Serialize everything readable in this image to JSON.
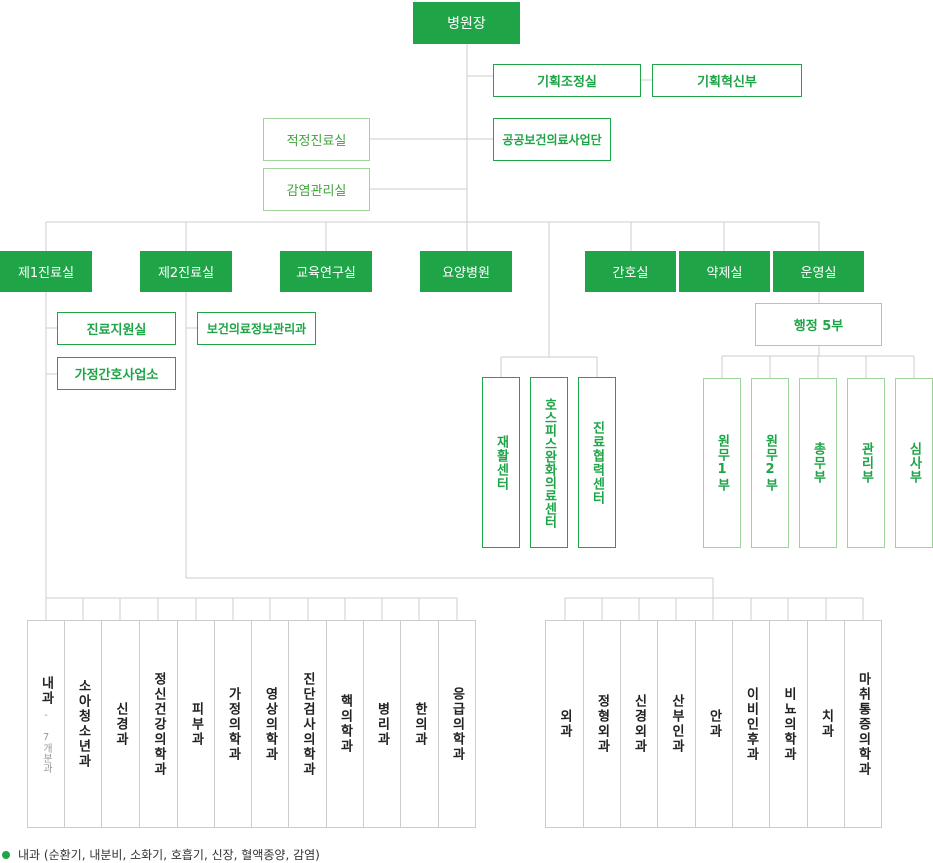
{
  "top": {
    "director": "병원장"
  },
  "staff": {
    "planning": "기획조정실",
    "innovation": "기획혁신부",
    "public_health": "공공보건의료사업단",
    "appropriate_care": "적정진료실",
    "infection_control": "감염관리실"
  },
  "divisions": {
    "clinic1": "제1진료실",
    "clinic2": "제2진료실",
    "education": "교육연구실",
    "nursing_home": "요양병원",
    "nursing": "간호실",
    "pharmacy": "약제실",
    "operations": "운영실"
  },
  "clinic1_units": {
    "support": "진료지원실",
    "home_nursing": "가정간호사업소"
  },
  "clinic2_units": {
    "health_info": "보건의료정보관리과"
  },
  "centers": [
    "재활센터",
    "호스피스완화의료센터",
    "진료협력센터"
  ],
  "admin": {
    "title": "행정 5부",
    "departments": [
      "원무1부",
      "원무2부",
      "총무부",
      "관리부",
      "심사부"
    ]
  },
  "clinic1_depts": [
    {
      "name": "내과",
      "sub": "- 7개분과"
    },
    {
      "name": "소아청소년과"
    },
    {
      "name": "신경과"
    },
    {
      "name": "정신건강의학과"
    },
    {
      "name": "피부과"
    },
    {
      "name": "가정의학과"
    },
    {
      "name": "영상의학과"
    },
    {
      "name": "진단검사의학과"
    },
    {
      "name": "핵의학과"
    },
    {
      "name": "병리과"
    },
    {
      "name": "한의과"
    },
    {
      "name": "응급의학과"
    }
  ],
  "clinic2_depts": [
    {
      "name": "외과"
    },
    {
      "name": "정형외과"
    },
    {
      "name": "신경외과"
    },
    {
      "name": "산부인과"
    },
    {
      "name": "안과"
    },
    {
      "name": "이비인후과"
    },
    {
      "name": "비뇨의학과"
    },
    {
      "name": "치과"
    },
    {
      "name": "마취통증의학과"
    }
  ],
  "legend": {
    "text": "내과 (순환기, 내분비, 소화기, 호흡기, 신장, 혈액종양, 감염)"
  },
  "colors": {
    "accent": "#1fa547",
    "line": "#cccccc"
  }
}
